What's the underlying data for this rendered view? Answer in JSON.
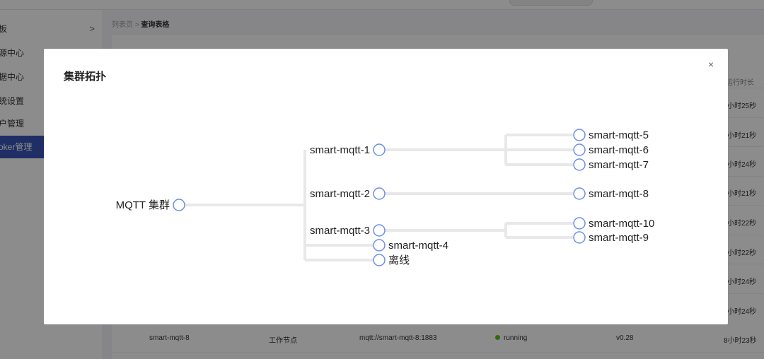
{
  "sidebar": {
    "items": [
      {
        "label": "板",
        "has_chevron": true
      },
      {
        "label": "源中心"
      },
      {
        "label": "据中心"
      },
      {
        "label": "统设置"
      },
      {
        "label": "户管理"
      },
      {
        "label": "oker管理",
        "active": true
      }
    ],
    "chevron": ">"
  },
  "breadcrumb": {
    "parent": "列表页",
    "separator": ">",
    "current": "查询表格"
  },
  "table": {
    "visible_header": "运行时长",
    "uptime_column": [
      "小时25秒",
      "小时21秒",
      "小时24秒",
      "小时21秒",
      "小时22秒",
      "小时22秒",
      "小时24秒",
      "小时24秒"
    ],
    "last_row": {
      "name": "smart-mqtt-8",
      "type": "工作节点",
      "address": "mqtt://smart-mqtt-8:1883",
      "status": "running",
      "version": "v0.28",
      "uptime": "8小时23秒"
    }
  },
  "modal": {
    "title": "集群拓扑",
    "close_glyph": "×"
  },
  "topology": {
    "root": "MQTT 集群",
    "brokers": [
      "smart-mqtt-1",
      "smart-mqtt-2",
      "smart-mqtt-3"
    ],
    "leaves": {
      "b1": [
        "smart-mqtt-5",
        "smart-mqtt-6",
        "smart-mqtt-7"
      ],
      "b2": [
        "smart-mqtt-8"
      ],
      "b3_children": [
        "smart-mqtt-10",
        "smart-mqtt-9"
      ],
      "root_direct": [
        "smart-mqtt-4",
        "离线"
      ]
    },
    "colors": {
      "node_stroke": "#6b8ee8",
      "edge": "#e8e8e8"
    }
  }
}
